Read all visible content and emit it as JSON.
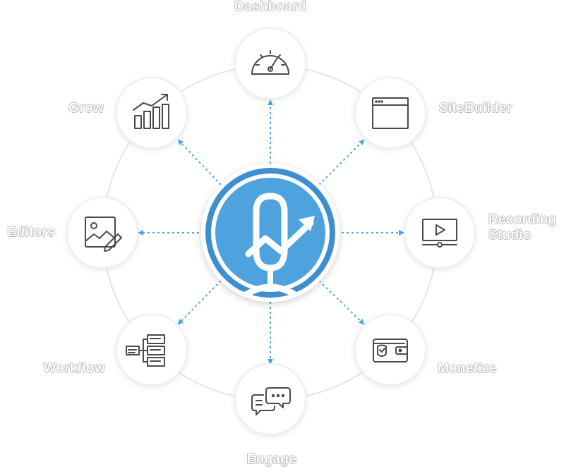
{
  "hub": {
    "name": "podcast-logo"
  },
  "colors": {
    "hub_blue": "#4ea3df",
    "hub_ring": "#3d8fcf",
    "arrow": "#4aa6e0",
    "ring": "#e6e6e6",
    "icon_stroke": "#4a4a4a"
  },
  "nodes": [
    {
      "id": "dashboard",
      "label": "Dashboard",
      "icon": "speedometer-icon"
    },
    {
      "id": "sitebuilder",
      "label": "SiteBuilder",
      "icon": "browser-window-icon"
    },
    {
      "id": "recording-studio",
      "label_line1": "Recording",
      "label_line2": "Studio",
      "icon": "video-player-icon"
    },
    {
      "id": "monetize",
      "label": "Monetize",
      "icon": "wallet-icon"
    },
    {
      "id": "engage",
      "label": "Engage",
      "icon": "chat-bubbles-icon"
    },
    {
      "id": "workflow",
      "label": "Workflow",
      "icon": "workflow-tree-icon"
    },
    {
      "id": "editors",
      "label": "Editors",
      "icon": "image-edit-icon"
    },
    {
      "id": "grow",
      "label": "Grow",
      "icon": "growth-chart-icon"
    }
  ]
}
